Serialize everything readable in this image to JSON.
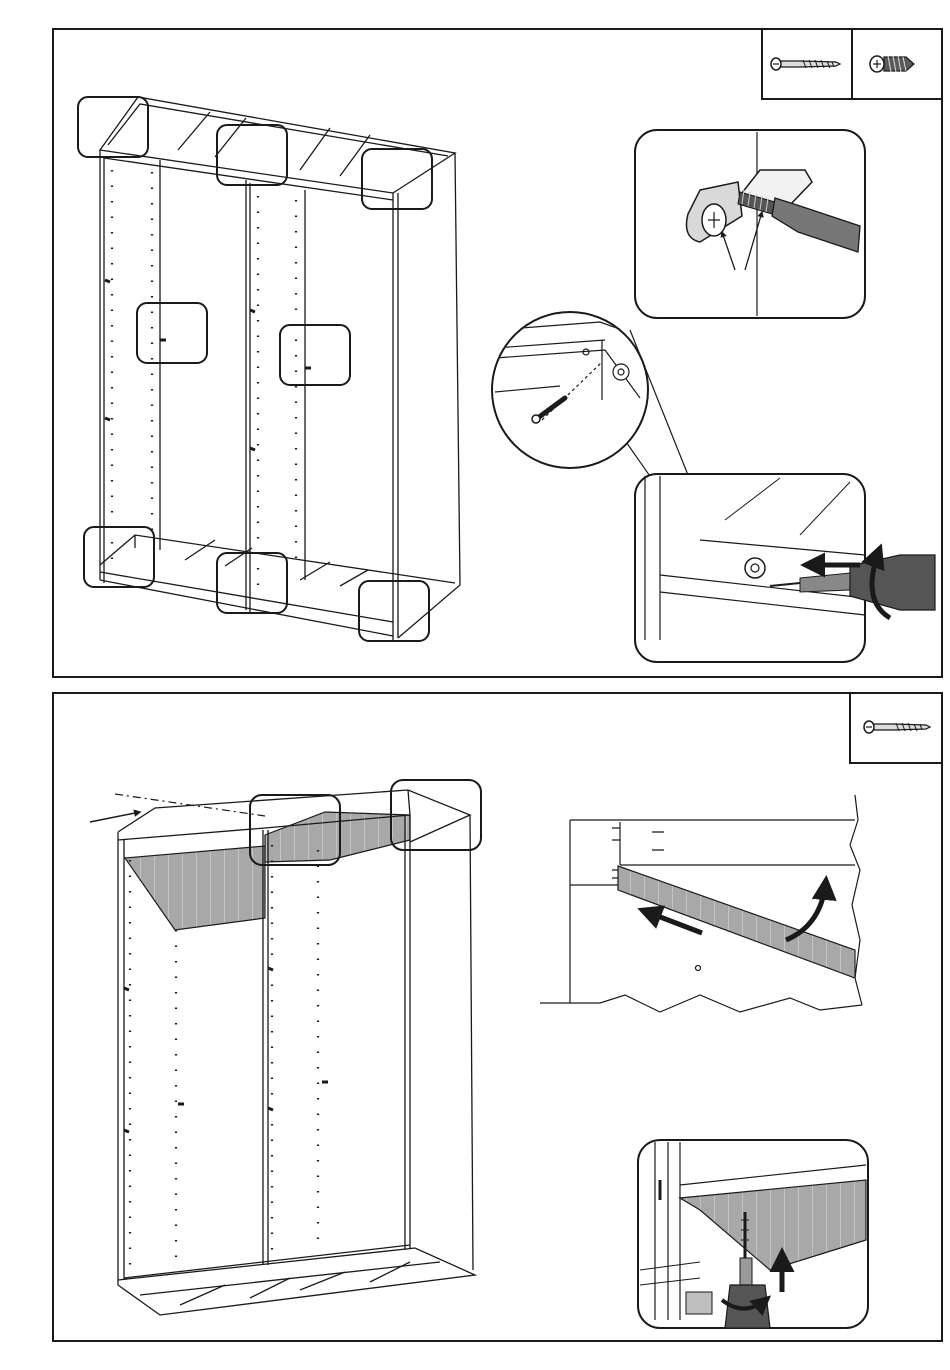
{
  "steps": [
    {
      "id": "step-a",
      "hardware_icons": [
        "long-wood-screw-icon",
        "short-tapping-screw-icon"
      ],
      "highlight_boxes": 8,
      "details": [
        "cam-fitting-zoom",
        "screw-insert-zoom",
        "drill-driver-zoom"
      ]
    },
    {
      "id": "step-b",
      "hardware_icons": [
        "long-wood-screw-icon"
      ],
      "highlight_boxes": 2,
      "details": [
        "back-panel-slide-detail",
        "screw-up-zoom"
      ]
    }
  ],
  "colors": {
    "line": "#1a1a1a",
    "panel_fill": "#a8a8a8",
    "background": "#ffffff"
  }
}
